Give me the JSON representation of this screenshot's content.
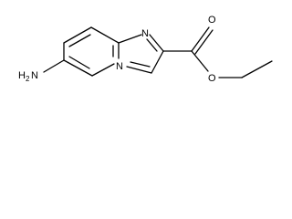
{
  "molecule": {
    "atoms": {
      "amine_N": "N",
      "amine_H": "H",
      "amine_H_count": "2",
      "ring_N_top": "N",
      "ring_N_bridge": "N",
      "carbonyl_O": "O",
      "ester_O": "O"
    }
  }
}
